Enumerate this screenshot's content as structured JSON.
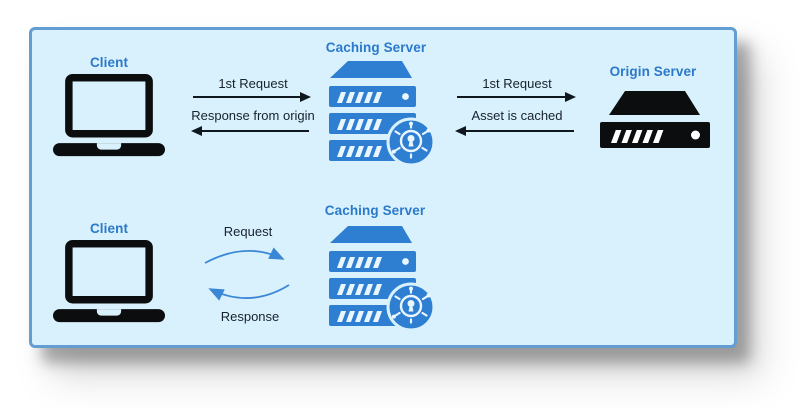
{
  "diagram": {
    "type": "caching-server-flow",
    "colors": {
      "frame_fill": "#d9f1fc",
      "frame_border": "#649dd2",
      "server_blue": "#2e7fd2",
      "title_blue": "#2b79cb",
      "label_dark": "#16222e",
      "arrow_black": "#10181f",
      "curve_arrow_blue": "#3a87d6",
      "icon_black": "#0b0d0e"
    }
  },
  "top_flow": {
    "client_label": "Client",
    "request1_label": "1st Request",
    "response1_label": "Response from origin",
    "caching_server_label": "Caching Server",
    "request2_label": "1st Request",
    "response2_label": "Asset is cached",
    "origin_server_label": "Origin Server"
  },
  "bottom_flow": {
    "client_label": "Client",
    "request_label": "Request",
    "response_label": "Response",
    "caching_server_label": "Caching Server"
  },
  "icons": {
    "client": "laptop-icon",
    "caching_server": "server-stack-icon",
    "caching_badge": "cache-gear-icon",
    "origin_server": "rack-server-icon"
  }
}
